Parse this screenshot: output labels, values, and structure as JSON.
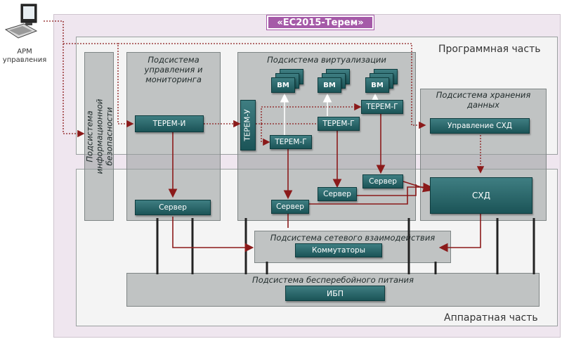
{
  "title": "«ЕС2015-Терем»",
  "workstation": {
    "label_line1": "АРМ",
    "label_line2": "управления"
  },
  "layers": {
    "software": "Программная часть",
    "hardware": "Аппаратная часть"
  },
  "subsystems": {
    "security": "Подсистема информационной безопасности",
    "management": {
      "line1": "Подсистема",
      "line2": "управления и",
      "line3": "мониторинга"
    },
    "virtualization": "Подсистема виртуализации",
    "storage": {
      "line1": "Подсистема хранения",
      "line2": "данных"
    },
    "network": "Подсистема сетевого взаимодействия",
    "power": "Подсистема бесперебойного питания"
  },
  "components": {
    "terem_i": "ТЕРЕМ-И",
    "terem_u": "ТЕРЕМ-У",
    "terem_g": "ТЕРЕМ-Г",
    "vm": "ВМ",
    "server": "Сервер",
    "storage_mgmt": "Управление СХД",
    "storage": "СХД",
    "switches": "Коммутаторы",
    "ups": "ИБП"
  },
  "colors": {
    "banner": "#a55aa8",
    "component": "#1b5457",
    "arrow": "#8b1a1a",
    "outer": "#efe6ef"
  }
}
